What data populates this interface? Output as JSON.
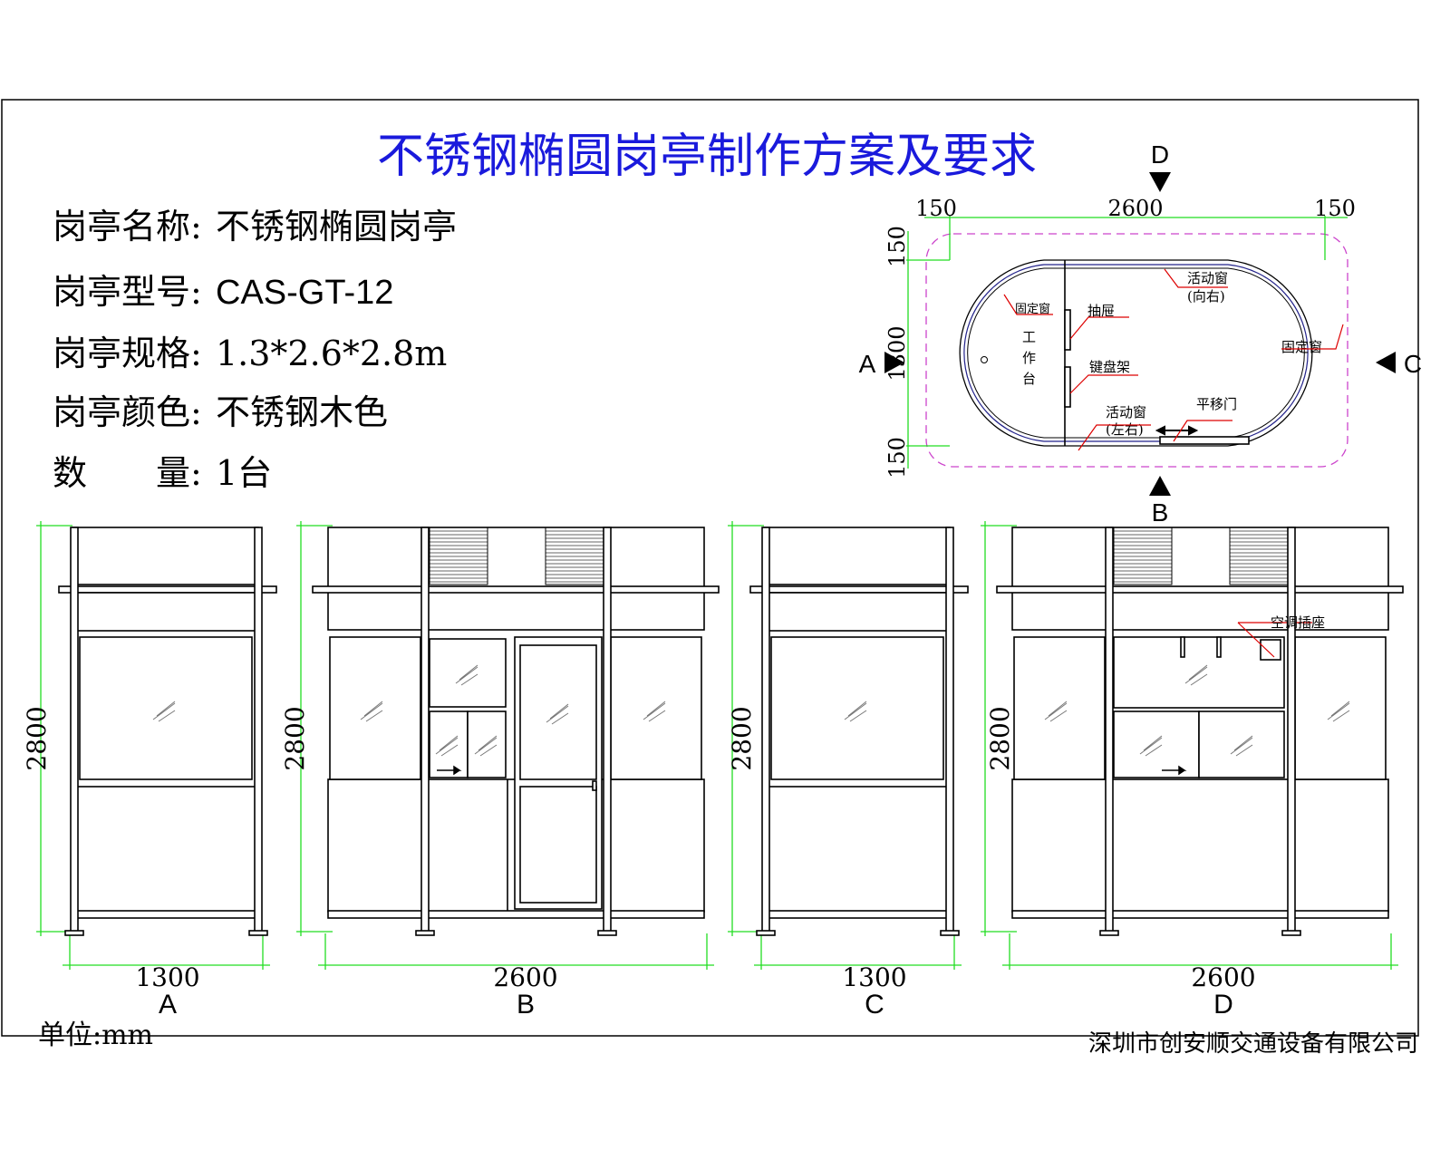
{
  "title": "不锈钢椭圆岗亭制作方案及要求",
  "info": [
    {
      "label": "岗亭名称:",
      "value": "不锈钢椭圆岗亭"
    },
    {
      "label": "岗亭型号:",
      "value": "CAS-GT-12"
    },
    {
      "label": "岗亭规格:",
      "value": "1.3*2.6*2.8m"
    },
    {
      "label": "岗亭颜色:",
      "value": "不锈钢木色"
    },
    {
      "label": "数　　量:",
      "value": "1台"
    }
  ],
  "plan": {
    "dims_top": [
      "150",
      "2600",
      "150"
    ],
    "dims_left": [
      "150",
      "1300",
      "150"
    ],
    "views": [
      "A",
      "B",
      "C",
      "D"
    ],
    "labels": {
      "fixed_window_left": "固定窗",
      "workbench": [
        "工",
        "作",
        "台"
      ],
      "drawer": "抽屉",
      "keyboard_tray": "键盘架",
      "sliding_window_right": "活动窗",
      "sliding_window_right_note": "(向右)",
      "sliding_window_lr": "活动窗",
      "sliding_window_lr_note": "(左右)",
      "sliding_door": "平移门",
      "fixed_window_right": "固定窗"
    }
  },
  "elevations": [
    {
      "name": "A",
      "height": "2800",
      "width": "1300"
    },
    {
      "name": "B",
      "height": "2800",
      "width": "2600"
    },
    {
      "name": "C",
      "height": "2800",
      "width": "1300"
    },
    {
      "name": "D",
      "height": "2800",
      "width": "2600",
      "note": "空调插座"
    }
  ],
  "unit": "单位:mm",
  "company": "深圳市创安顺交通设备有限公司",
  "colors": {
    "title": "#1a1adc",
    "dimension": "#22dd22",
    "leader": "#dd0000",
    "outline": "#cc44cc"
  }
}
